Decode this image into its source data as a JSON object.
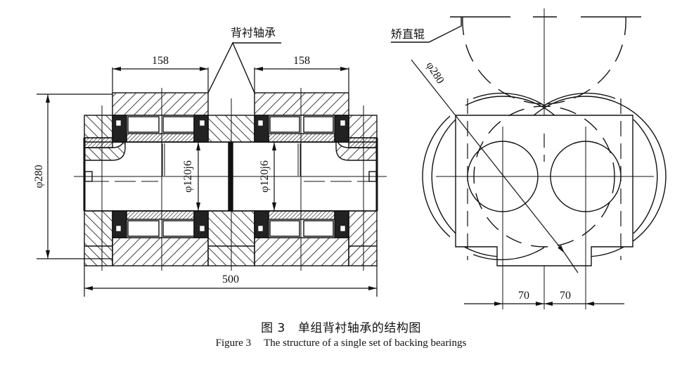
{
  "figure": {
    "caption_zh_label": "图 3",
    "caption_zh": "单组背衬轴承的结构图",
    "caption_en_label": "Figure 3",
    "caption_en": "The structure of a single set of backing bearings"
  },
  "left_view": {
    "callout_bearing": "背衬轴承",
    "dim_left_width": "158",
    "dim_right_width": "158",
    "dim_outer_diameter": "φ280",
    "dim_shaft_left": "φ120j6",
    "dim_shaft_right": "φ120j6",
    "dim_total_length": "500"
  },
  "right_view": {
    "callout_roller": "矫直辊",
    "dim_roller_diameter": "φ280",
    "dim_offset_left": "70",
    "dim_offset_right": "70"
  },
  "colors": {
    "line": "#111111",
    "background": "#ffffff"
  }
}
